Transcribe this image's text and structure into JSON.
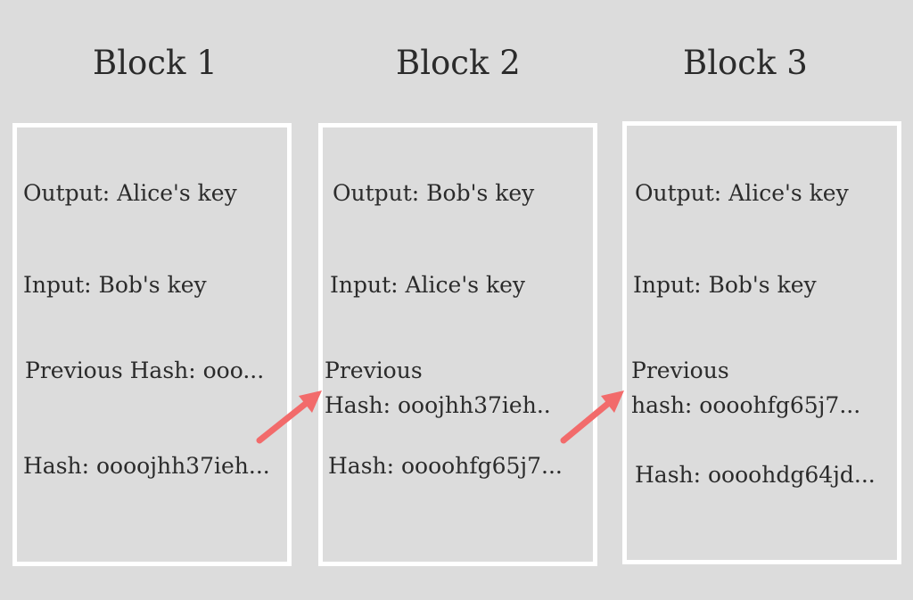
{
  "diagram": {
    "arrow_color": "#f26b6b",
    "blocks": [
      {
        "title": "Block 1",
        "output": "Output: Alice's key",
        "input": "Input: Bob's key",
        "previous_hash": [
          "Previous Hash: ooo..."
        ],
        "hash": "Hash: oooojhh37ieh..."
      },
      {
        "title": "Block 2",
        "output": "Output: Bob's key",
        "input": "Input: Alice's key",
        "previous_hash": [
          "Previous",
          "Hash:  ooojhh37ieh.."
        ],
        "hash": "Hash: oooohfg65j7..."
      },
      {
        "title": "Block 3",
        "output": "Output: Alice's key",
        "input": "Input: Bob's key",
        "previous_hash": [
          "Previous",
          "hash: oooohfg65j7..."
        ],
        "hash": "Hash: oooohdg64jd..."
      }
    ]
  }
}
